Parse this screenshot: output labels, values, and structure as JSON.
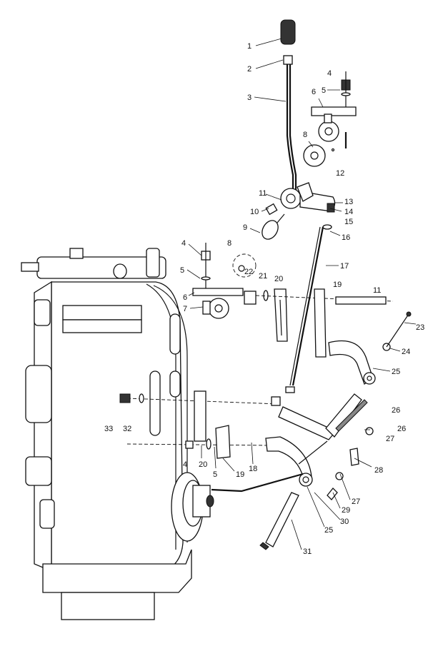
{
  "callouts": [
    {
      "id": "c1",
      "text": "1"
    },
    {
      "id": "c2",
      "text": "2"
    },
    {
      "id": "c3",
      "text": "3"
    },
    {
      "id": "c4a",
      "text": "4"
    },
    {
      "id": "c5a",
      "text": "5"
    },
    {
      "id": "c6a",
      "text": "6"
    },
    {
      "id": "c8a",
      "text": "8"
    },
    {
      "id": "c12",
      "text": "12"
    },
    {
      "id": "c11",
      "text": "11"
    },
    {
      "id": "c10",
      "text": "10"
    },
    {
      "id": "c13",
      "text": "13"
    },
    {
      "id": "c14",
      "text": "14"
    },
    {
      "id": "c15",
      "text": "15"
    },
    {
      "id": "c9",
      "text": "9"
    },
    {
      "id": "c16",
      "text": "16"
    },
    {
      "id": "c8b",
      "text": "8"
    },
    {
      "id": "c4b",
      "text": "4"
    },
    {
      "id": "c17",
      "text": "17"
    },
    {
      "id": "c5b",
      "text": "5"
    },
    {
      "id": "c22",
      "text": "22"
    },
    {
      "id": "c21",
      "text": "21"
    },
    {
      "id": "c20a",
      "text": "20"
    },
    {
      "id": "c19a",
      "text": "19"
    },
    {
      "id": "c11b",
      "text": "11"
    },
    {
      "id": "c6b",
      "text": "6"
    },
    {
      "id": "c7a",
      "text": "7"
    },
    {
      "id": "c23",
      "text": "23"
    },
    {
      "id": "c24",
      "text": "24"
    },
    {
      "id": "c25a",
      "text": "25"
    },
    {
      "id": "c26a",
      "text": "26"
    },
    {
      "id": "c33",
      "text": "33"
    },
    {
      "id": "c32",
      "text": "32"
    },
    {
      "id": "c26b",
      "text": "26"
    },
    {
      "id": "c7b",
      "text": "27"
    },
    {
      "id": "c4c",
      "text": "4"
    },
    {
      "id": "c20b",
      "text": "20"
    },
    {
      "id": "c5c",
      "text": "5"
    },
    {
      "id": "c19b",
      "text": "19"
    },
    {
      "id": "c18",
      "text": "18"
    },
    {
      "id": "c28",
      "text": "28"
    },
    {
      "id": "c27",
      "text": "27"
    },
    {
      "id": "c29",
      "text": "29"
    },
    {
      "id": "c30",
      "text": "30"
    },
    {
      "id": "c25b",
      "text": "25"
    },
    {
      "id": "c31",
      "text": "31"
    }
  ]
}
